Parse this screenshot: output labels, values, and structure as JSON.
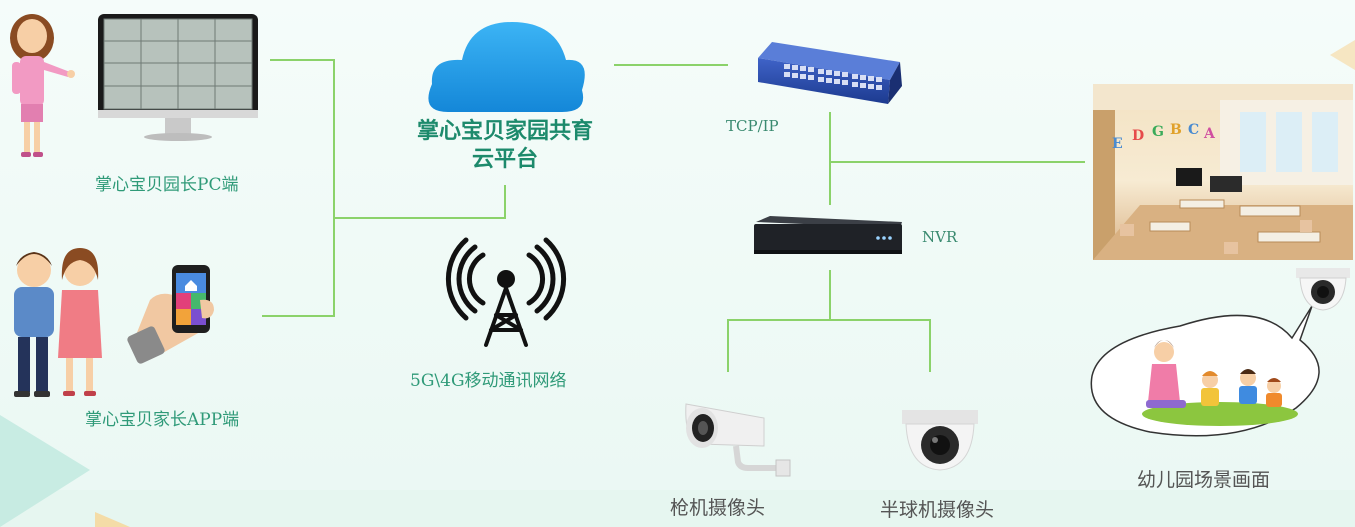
{
  "labels": {
    "principal_pc": "掌心宝贝园长PC端",
    "parent_app": "掌心宝贝家长APP端",
    "cloud_line1": "掌心宝贝家园共育",
    "cloud_line2": "云平台",
    "mobile_network": "5G\\4G移动通讯网络",
    "tcpip": "TCP/IP",
    "nvr": "NVR",
    "bullet_camera": "枪机摄像头",
    "dome_camera": "半球机摄像头",
    "kindergarten_scene": "幼儿园场景画面"
  },
  "colors": {
    "line": "#8bd26a",
    "label_green": "#2f9a78",
    "cloud_blue": "#1e9be8",
    "background": "#f2fbf8"
  },
  "icons": [
    "woman-icon",
    "pc-monitor-icon",
    "couple-icon",
    "phone-in-hand-icon",
    "cloud-icon",
    "antenna-tower-icon",
    "network-switch-icon",
    "nvr-device-icon",
    "bullet-camera-icon",
    "dome-camera-icon",
    "classroom-image",
    "kids-scene-icon"
  ]
}
